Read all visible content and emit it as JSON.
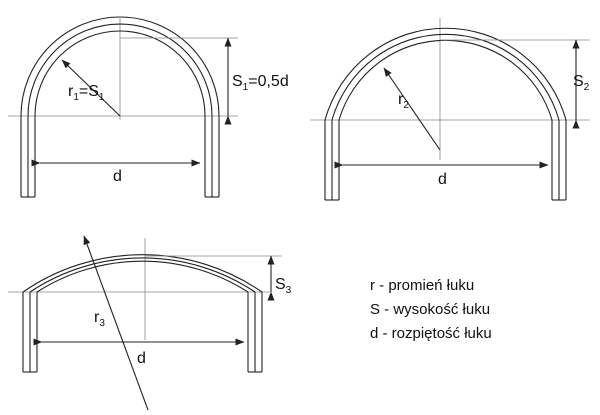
{
  "colors": {
    "line": "#222222",
    "guide": "#8a8a8a",
    "background": "#ffffff"
  },
  "arch1": {
    "radius_label": {
      "main": "r",
      "sub": "1",
      "eq": "=S",
      "eq_sub": "1"
    },
    "height_label": {
      "main": "S",
      "sub": "1",
      "suffix": "=0,5d"
    },
    "span_label": "d"
  },
  "arch2": {
    "radius_label": {
      "main": "r",
      "sub": "2"
    },
    "height_label": {
      "main": "S",
      "sub": "2"
    },
    "span_label": "d"
  },
  "arch3": {
    "radius_label": {
      "main": "r",
      "sub": "3"
    },
    "height_label": {
      "main": "S",
      "sub": "3"
    },
    "span_label": "d"
  },
  "legend": [
    "r - promień łuku",
    "S - wysokość łuku",
    "d - rozpiętość łuku"
  ]
}
